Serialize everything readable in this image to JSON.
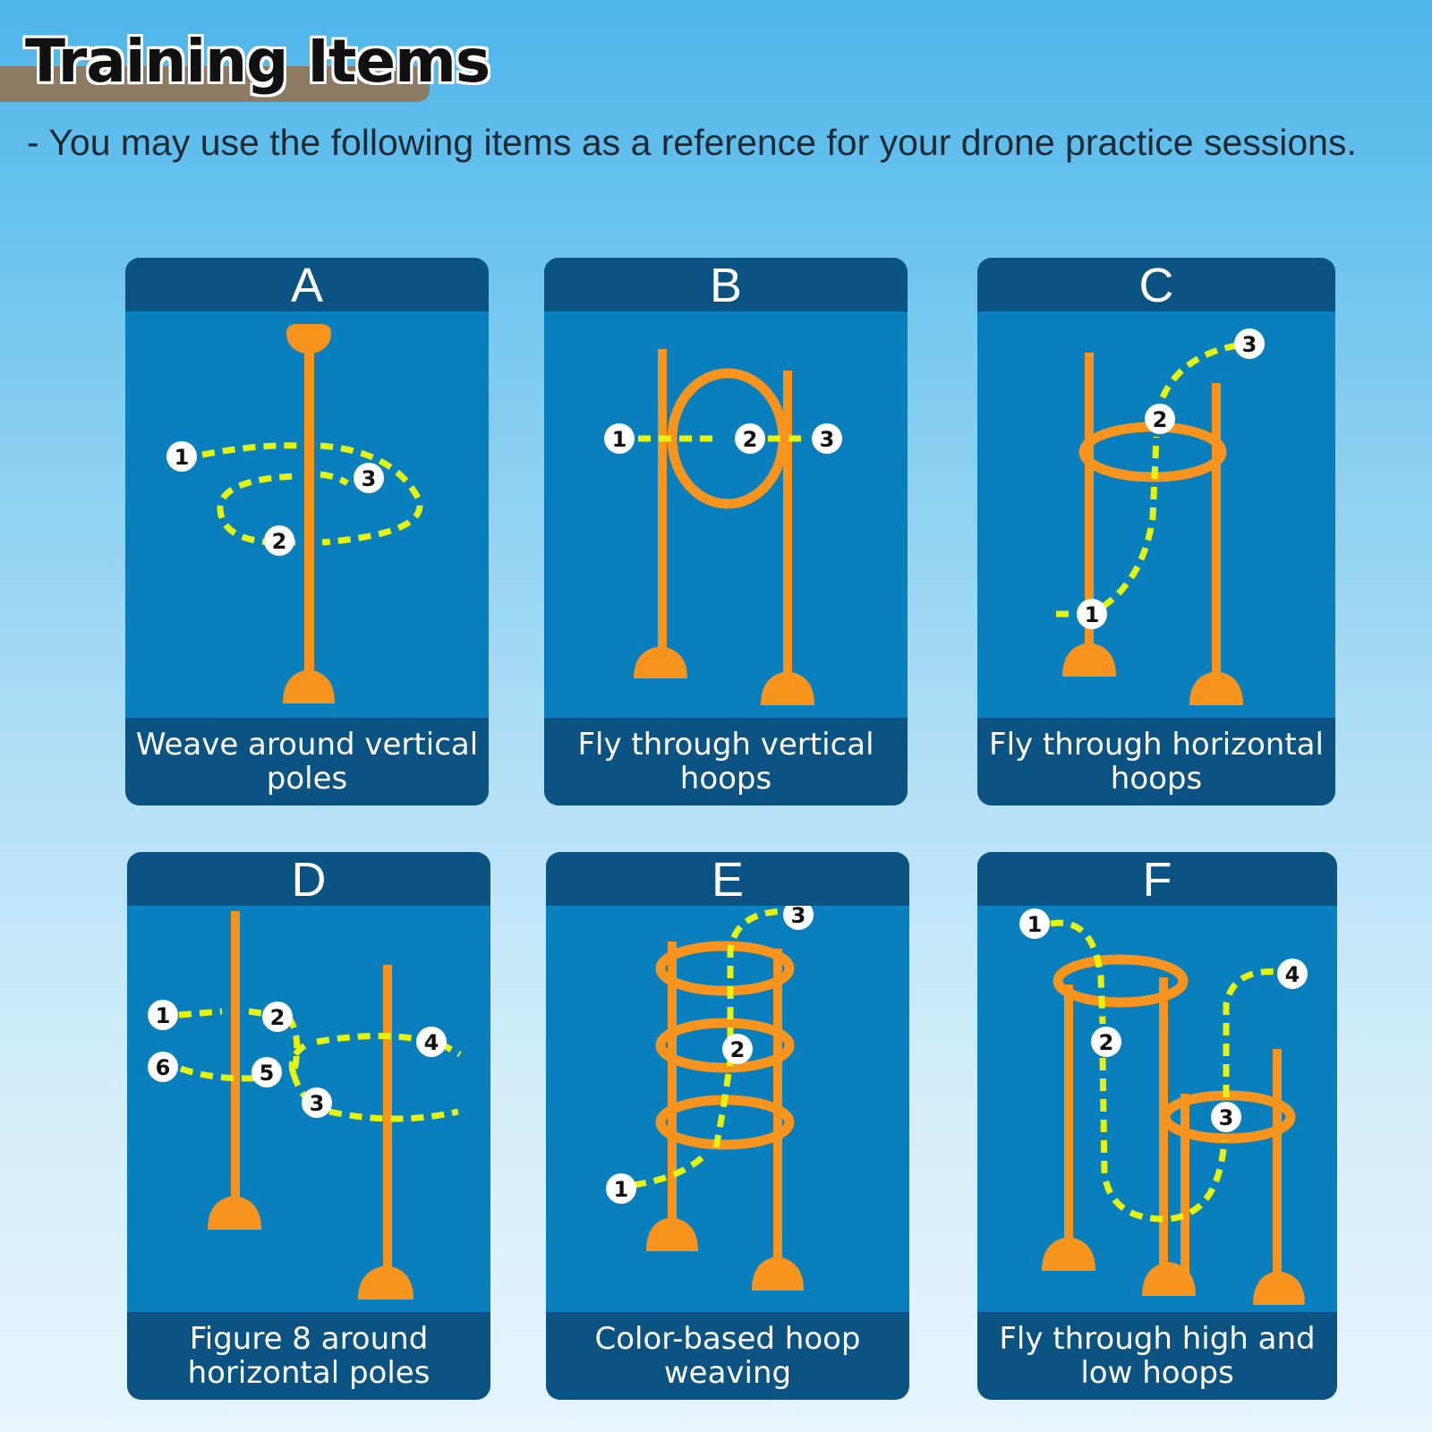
{
  "header": {
    "title": "Training Items",
    "subtitle": "- You may use the following items as a reference for your drone practice sessions."
  },
  "colors": {
    "pole": "#f7941d",
    "path": "#e6f20f",
    "card_body": "#0a7fbd",
    "card_band": "#0b5383"
  },
  "cards": [
    {
      "letter": "A",
      "caption": "Weave around vertical poles",
      "steps": [
        "1",
        "2",
        "3"
      ]
    },
    {
      "letter": "B",
      "caption": "Fly through vertical hoops",
      "steps": [
        "1",
        "2",
        "3"
      ]
    },
    {
      "letter": "C",
      "caption": "Fly through horizontal hoops",
      "steps": [
        "1",
        "2",
        "3"
      ]
    },
    {
      "letter": "D",
      "caption": "Figure 8 around horizontal poles",
      "steps": [
        "1",
        "2",
        "3",
        "4",
        "5",
        "6"
      ]
    },
    {
      "letter": "E",
      "caption": "Color-based hoop weaving",
      "steps": [
        "1",
        "2",
        "3"
      ]
    },
    {
      "letter": "F",
      "caption": "Fly through high and low hoops",
      "steps": [
        "1",
        "2",
        "3",
        "4"
      ]
    }
  ]
}
